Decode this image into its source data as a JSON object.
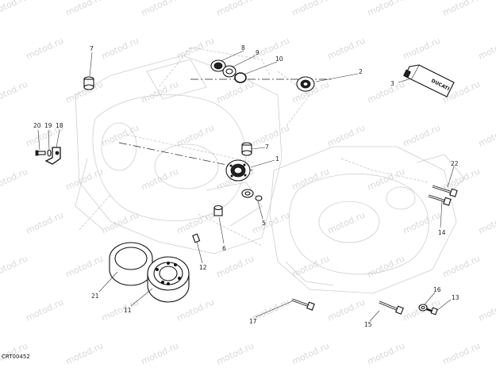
{
  "diagram_code": "CRT00452",
  "watermark_text": "motod.ru",
  "callouts": [
    {
      "id": "c1",
      "label": "1"
    },
    {
      "id": "c2",
      "label": "2"
    },
    {
      "id": "c3",
      "label": "3"
    },
    {
      "id": "c5",
      "label": "5"
    },
    {
      "id": "c6",
      "label": "6"
    },
    {
      "id": "c7a",
      "label": "7"
    },
    {
      "id": "c7b",
      "label": "7"
    },
    {
      "id": "c8",
      "label": "8"
    },
    {
      "id": "c9",
      "label": "9"
    },
    {
      "id": "c10",
      "label": "10"
    },
    {
      "id": "c11",
      "label": "11"
    },
    {
      "id": "c12",
      "label": "12"
    },
    {
      "id": "c13",
      "label": "13"
    },
    {
      "id": "c14",
      "label": "14"
    },
    {
      "id": "c15",
      "label": "15"
    },
    {
      "id": "c16",
      "label": "16"
    },
    {
      "id": "c17",
      "label": "17"
    },
    {
      "id": "c18",
      "label": "18"
    },
    {
      "id": "c19",
      "label": "19"
    },
    {
      "id": "c20",
      "label": "20"
    },
    {
      "id": "c21",
      "label": "21"
    },
    {
      "id": "c22",
      "label": "22"
    }
  ],
  "tube_logo_text": "DUCATI"
}
